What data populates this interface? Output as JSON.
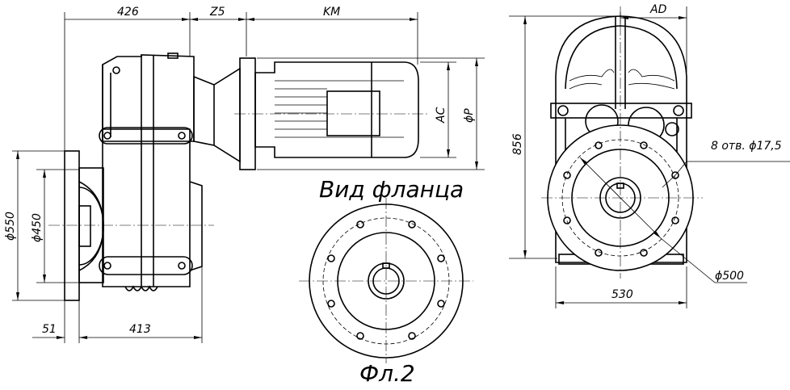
{
  "dimensions": {
    "len_426": "426",
    "len_z5": "Z5",
    "len_km": "KM",
    "ac": "AC",
    "phi_p": "ϕP",
    "dia_550": "ϕ550",
    "dia_450": "ϕ450",
    "len_51": "51",
    "len_413": "413",
    "ad": "AD",
    "height_856": "856",
    "holes": "8 отв. ϕ17,5",
    "width_530": "530",
    "dia_500": "ϕ500"
  },
  "labels": {
    "flange_view": "Вид фланца",
    "flange_type": "Фл.2"
  }
}
